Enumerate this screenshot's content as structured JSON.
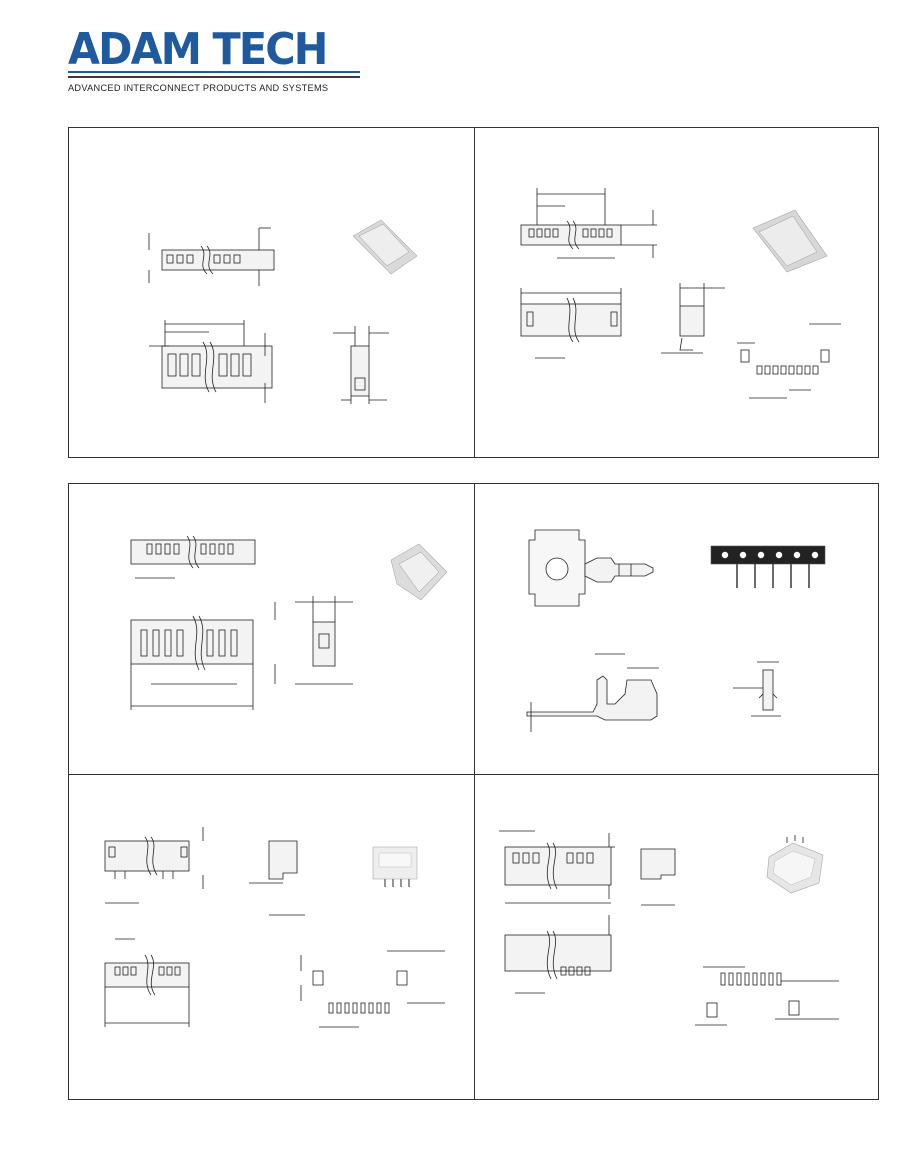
{
  "brand": {
    "name": "ADAM TECH",
    "tagline": "ADVANCED INTERCONNECT PRODUCTS AND SYSTEMS",
    "colors": {
      "primary": "#1f5a9e",
      "rule": "#3a3a3a"
    }
  },
  "panels": [
    {
      "id": "top-left",
      "content": "connector drawing with photo"
    },
    {
      "id": "top-right",
      "content": "connector drawing with photo and PCB layout"
    },
    {
      "id": "middle-left",
      "content": "housing drawing with photo"
    },
    {
      "id": "middle-right",
      "content": "crimp terminal drawing with reel photo"
    },
    {
      "id": "bottom-left",
      "content": "SMT header drawing with photo and PCB layout"
    },
    {
      "id": "bottom-right",
      "content": "SMT header drawing with photo and PCB layout"
    }
  ]
}
